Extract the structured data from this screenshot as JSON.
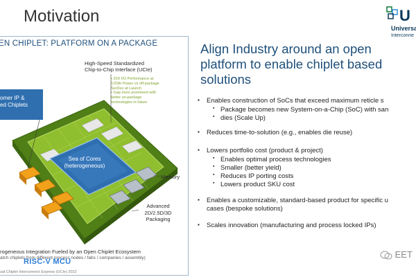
{
  "header": {
    "title": "Motivation",
    "logo_letters": "U",
    "logo_line1": "Universa",
    "logo_line2": "Interconne"
  },
  "figure": {
    "title": "EN CHIPLET: PLATFORM ON A PACKAGE",
    "interface_label_1": "High-Speed Standardized",
    "interface_label_2": "Chip-to-Chip Interface (UCIe)",
    "notes": [
      "• 20X I/O Performance at",
      "  1/20th Power vs off-package",
      "  SerDes at Launch",
      "• Gap more prominent with",
      "  better on-package",
      "  technologies in future"
    ],
    "customer_1": "omer IP &",
    "customer_2": "ed Chiplets",
    "core_1": "Sea of Cores",
    "core_2": "(heterogeneous)",
    "memory": "Memory",
    "advanced": [
      "Advanced",
      "2D/2.5D/3D",
      "Packaging"
    ],
    "bottom_1": "rogeneous Integration Fueled by an Open Chiplet Ecosystem",
    "bottom_2": "atch chiplets from different process nodes / fabs / companies / assembly)",
    "copyright": "ual Chiplet Interconnect Express (UCIe) 2022"
  },
  "content": {
    "headline": [
      "Align Industry around an open",
      "platform to enable chiplet based",
      "solutions"
    ],
    "items": [
      {
        "text": "Enables construction of SoCs that exceed maximum reticle s",
        "subs": [
          "Package becomes new System-on-a-Chip (SoC) with san",
          "dies (Scale Up)"
        ]
      },
      {
        "text": "Reduces time-to-solution (e.g., enables die reuse)",
        "subs": []
      },
      {
        "text": "Lowers portfolio cost (product & project)",
        "subs": [
          "Enables optimal process technologies",
          "Smaller (better yield)",
          "Reduces IP porting costs",
          "Lowers product SKU cost"
        ]
      },
      {
        "text": "Enables a customizable, standard-based product for specific u",
        "subs": [
          "cases (bespoke solutions)"
        ]
      },
      {
        "text": "Scales innovation (manufacturing and process locked IPs)",
        "subs": []
      }
    ]
  },
  "watermarks": {
    "left": "RISC-V MCU",
    "right": "EET"
  },
  "colors": {
    "title_blue": "#1f4f7a",
    "package_green": "#6a9e1f",
    "core_blue": "#2f6fb0",
    "chiplet_orange": "#f2a11b",
    "watermark_blue": "#2f7fd6"
  }
}
